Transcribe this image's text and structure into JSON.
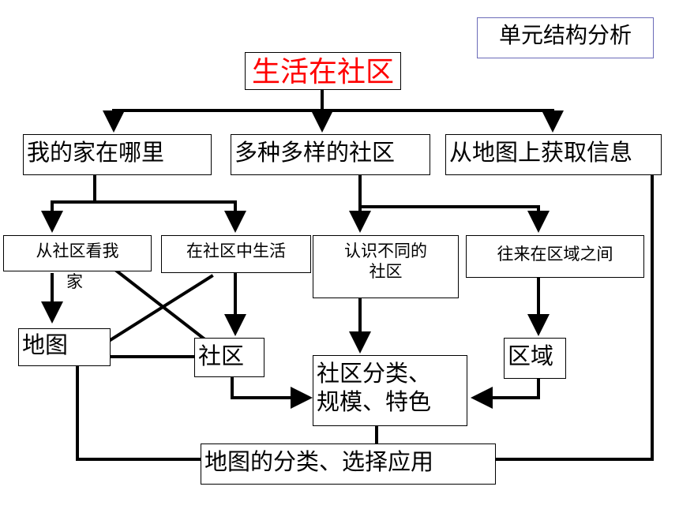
{
  "title_box": "单元结构分析",
  "root": "生活在社区",
  "level1": [
    "我的家在哪里",
    "多种多样的社区",
    "从地图上获取信息"
  ],
  "level2": {
    "from_community": [
      "从社区看我",
      "家"
    ],
    "live_in_community": "在社区中生活",
    "know_communities": [
      "认识不同的",
      "社区"
    ],
    "between_regions": "往来在区域之间"
  },
  "level3": {
    "map": "地图",
    "community": "社区",
    "region": "区域",
    "classification": [
      "社区分类、",
      "规模、特色"
    ]
  },
  "bottom": "地图的分类、选择应用",
  "colors": {
    "root_text": "#ff0000",
    "title_border": "#6b6bb8",
    "line": "#000000"
  }
}
